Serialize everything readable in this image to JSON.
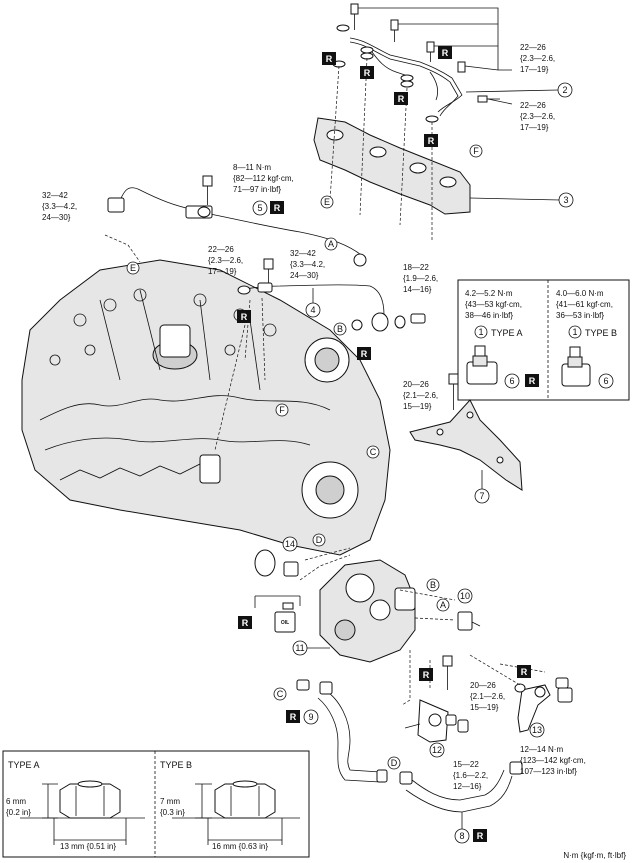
{
  "torques": {
    "t1": [
      "22—26",
      "{2.3—2.6,",
      "17—19}"
    ],
    "t2": [
      "22—26",
      "{2.3—2.6,",
      "17—19}"
    ],
    "t3": [
      "8—11 N·m",
      "{82—112 kgf·cm,",
      "71—97 in·lbf}"
    ],
    "t4": [
      "32—42",
      "{3.3—4.2,",
      "24—30}"
    ],
    "t5": [
      "22—26",
      "{2.3—2.6,",
      "17—19}"
    ],
    "t6": [
      "32—42",
      "{3.3—4.2,",
      "24—30}"
    ],
    "t7": [
      "18—22",
      "{1.9—2.6,",
      "14—16}"
    ],
    "t8": [
      "4.2—5.2 N·m",
      "{43—53 kgf·cm,",
      "38—46 in·lbf}"
    ],
    "t9": [
      "4.0—6.0 N·m",
      "{41—61 kgf·cm,",
      "36—53 in·lbf}"
    ],
    "t10": [
      "20—26",
      "{2.1—2.6,",
      "15—19}"
    ],
    "t11": [
      "20—26",
      "{2.1—2.6,",
      "15—19}"
    ],
    "t12": [
      "15—22",
      "{1.6—2.2,",
      "12—16}"
    ],
    "t13": [
      "12—14 N·m",
      "{123—142 kgf·cm,",
      "107—123 in·lbf}"
    ]
  },
  "parts": [
    "1",
    "2",
    "3",
    "4",
    "5",
    "6",
    "7",
    "8",
    "9",
    "10",
    "11",
    "12",
    "13",
    "14"
  ],
  "refs": [
    "A",
    "B",
    "C",
    "D",
    "E",
    "F"
  ],
  "replace_mark": "R",
  "oil_label": "OIL",
  "type_labels": {
    "a": "TYPE A",
    "b": "TYPE B"
  },
  "inset": {
    "type_a": {
      "label": "TYPE A",
      "height": "6 mm",
      "height_in": "{0.2 in}",
      "width": "13 mm {0.51 in}"
    },
    "type_b": {
      "label": "TYPE B",
      "height": "7 mm",
      "height_in": "{0.3 in}",
      "width": "16 mm {0.63 in}"
    }
  },
  "units_note": "N·m {kgf·m, ft·lbf}"
}
